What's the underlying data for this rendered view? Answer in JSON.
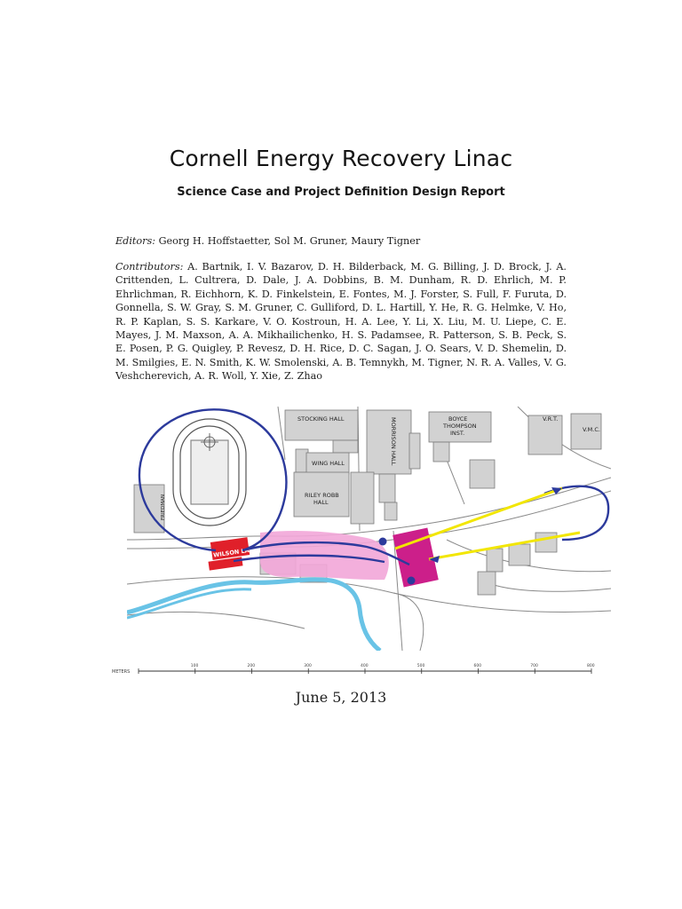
{
  "document": {
    "title": "Cornell Energy Recovery Linac",
    "subtitle": "Science Case and Project Definition Design Report",
    "editors_label": "Editors:",
    "editors": "Georg H. Hoffstaetter, Sol M. Gruner, Maury Tigner",
    "contributors_label": "Contributors:",
    "contributors": "A. Bartnik, I. V. Bazarov, D. H. Bilderback, M. G. Billing, J. D. Brock, J. A. Crittenden, L. Cultrera, D. Dale, J. A. Dobbins, B. M. Dunham, R. D. Ehrlich, M. P. Ehrlichman, R. Eichhorn, K. D. Finkelstein, E. Fontes, M. J. Forster, S. Full, F. Furuta, D. Gonnella, S. W. Gray, S. M. Gruner, C. Gulliford, D. L. Hartill, Y. He, R. G. Helmke, V. Ho, R. P. Kaplan, S. S. Karkare, V. O. Kostroun, H. A. Lee, Y. Li, X. Liu, M. U. Liepe, C. E. Mayes, J. M. Maxson, A. A. Mikhailichenko, H. S. Padamsee, R. Patterson, S. B. Peck, S. E. Posen, P. G. Quigley, P. Revesz, D. H. Rice, D. C. Sagan, J. O. Sears, V. D. Shemelin, D. M. Smilgies, E. N. Smith, K. W. Smolenski, A. B. Temnykh, M. Tigner, N. R. A. Valles, V. G. Veshcherevich, A. R. Woll, Y. Xie, Z. Zhao",
    "date": "June 5, 2013"
  },
  "map": {
    "labels": {
      "stocking_hall": "STOCKING HALL",
      "morrison_hall": "MORRISON HALL",
      "boyce_1": "BOYCE",
      "boyce_2": "THOMPSON",
      "boyce_3": "INST.",
      "vrt": "V.R.T.",
      "vmc": "V.M.C.",
      "wing_hall": "WING HALL",
      "riley_1": "RILEY ROBB",
      "riley_2": "HALL",
      "friedman": "FRIEDMAN",
      "wilson_lab": "WILSON LAB"
    },
    "scale": {
      "unit_label": "METERS",
      "ticks": [
        "100",
        "200",
        "300",
        "400",
        "500",
        "600",
        "700",
        "800"
      ]
    },
    "colors": {
      "beamline": "#2c3a9c",
      "arrow": "#f2e600",
      "building": "#d2d2d2",
      "pink_zone": "#f2a6d8",
      "magenta_building": "#cc1f8a",
      "wilson": "#e0202a",
      "creek": "#69c3e6"
    }
  }
}
